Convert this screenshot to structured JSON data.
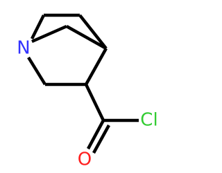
{
  "structure": {
    "atoms": {
      "n": {
        "symbol": "N",
        "color": "#3333ff"
      },
      "cl": {
        "symbol": "Cl",
        "color": "#33cc33"
      },
      "o": {
        "symbol": "O",
        "color": "#ff2020"
      }
    }
  }
}
